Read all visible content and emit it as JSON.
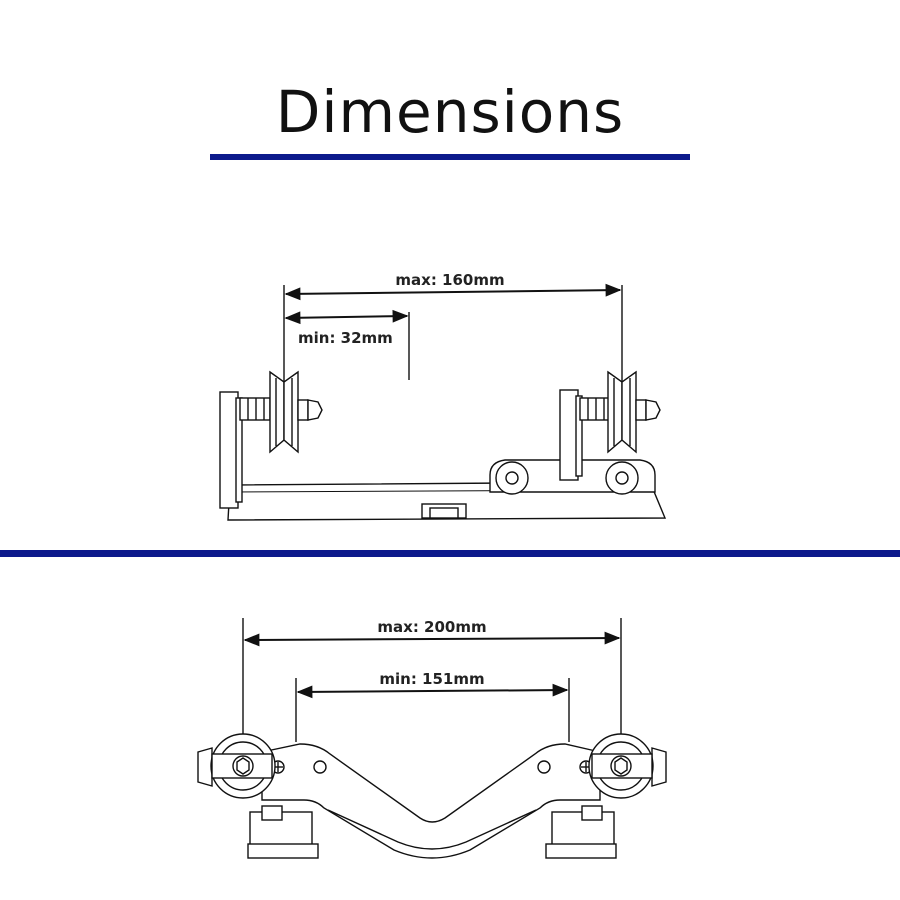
{
  "title": "Dimensions",
  "accent_color": "#0d1a8c",
  "side_view": {
    "max_label": "max: 160mm",
    "min_label": "min: 32mm"
  },
  "top_view": {
    "max_label": "max: 200mm",
    "min_label": "min: 151mm"
  }
}
